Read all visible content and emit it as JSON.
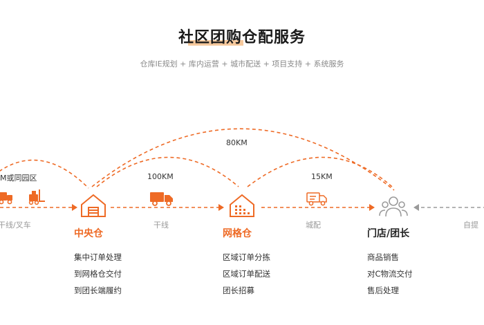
{
  "title": "社区团购仓配服务",
  "subtitle": "仓库IE规划 + 库内运营 + 城市配送 + 项目支持 + 系统服务",
  "colors": {
    "accent": "#ee6a25",
    "gray": "#9a9a9a",
    "text": "#222222"
  },
  "left_label": "M或同园区",
  "distances": {
    "arc_long": "80KM",
    "arc_mid": "100KM",
    "arc_right": "15KM"
  },
  "routes": {
    "left": "干线/叉车",
    "mid": "干线",
    "right": "城配",
    "far_right": "自提"
  },
  "nodes": {
    "central": {
      "icon": "warehouse-icon",
      "label": "中央仓",
      "items": [
        "集中订单处理",
        "到网格仓交付",
        "到团长端履约"
      ]
    },
    "grid": {
      "icon": "grid-warehouse-icon",
      "label": "网格仓",
      "items": [
        "区域订单分拣",
        "区域订单配送",
        "团长招募"
      ]
    },
    "store": {
      "icon": "community-people-icon",
      "label": "门店/团长",
      "items": [
        "商品销售",
        "对C物流交付",
        "售后处理"
      ]
    }
  },
  "vehicle_icons": [
    "truck-icon",
    "forklift-icon",
    "truck-icon",
    "van-icon"
  ]
}
